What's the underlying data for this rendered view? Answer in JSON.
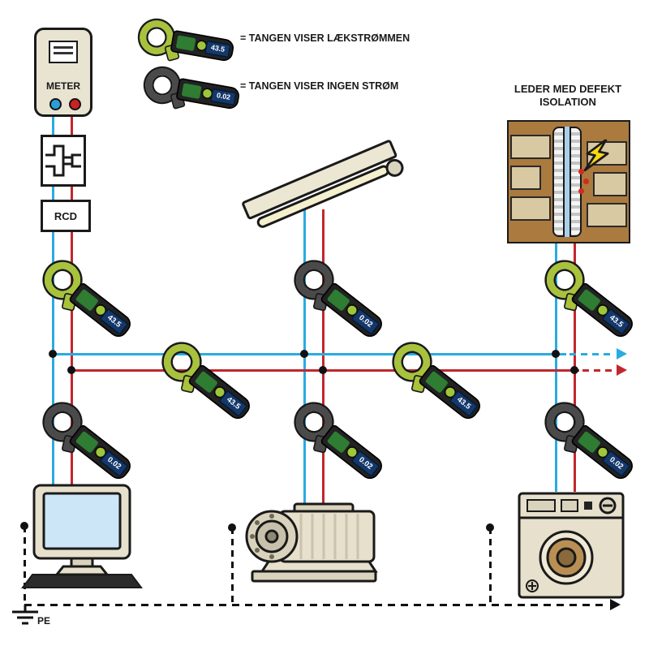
{
  "legend": {
    "items": [
      {
        "value": "43.5",
        "label": "= TANGEN VISER LÆKSTRØMMEN",
        "type": "leak"
      },
      {
        "value": "0.02",
        "label": "= TANGEN VISER INGEN STRØM",
        "type": "none"
      }
    ]
  },
  "supply": {
    "meter_label": "METER",
    "rcd_label": "RCD"
  },
  "defect_box": {
    "title": "LEDER MED DEFEKT ISOLATION"
  },
  "earth": {
    "label": "PE"
  },
  "clamps": [
    {
      "id": "left-top",
      "value": "43.5",
      "type": "leak"
    },
    {
      "id": "left-bottom",
      "value": "0.02",
      "type": "none"
    },
    {
      "id": "line-left",
      "value": "43.5",
      "type": "leak"
    },
    {
      "id": "middle-top",
      "value": "0.02",
      "type": "none"
    },
    {
      "id": "middle-bottom",
      "value": "0.02",
      "type": "none"
    },
    {
      "id": "line-right",
      "value": "43.5",
      "type": "leak"
    },
    {
      "id": "right-top",
      "value": "43.5",
      "type": "leak"
    },
    {
      "id": "right-bottom",
      "value": "0.02",
      "type": "none"
    }
  ],
  "icons": {
    "appliances": [
      "computer-monitor-icon",
      "electric-motor-icon",
      "washing-machine-icon"
    ],
    "other": [
      "lightning-bolt-icon",
      "earth-ground-icon",
      "fluorescent-lamp-icon"
    ]
  },
  "colors": {
    "wire_blue": "#29abe2",
    "wire_red": "#c1272d",
    "clamp_leak_green": "#a8c23c",
    "clamp_gray": "#4a4a4a",
    "display_navy": "#14386b",
    "outline": "#1a1a1a",
    "cream": "#e6e0cc",
    "wall_brown": "#aa7a3e"
  }
}
